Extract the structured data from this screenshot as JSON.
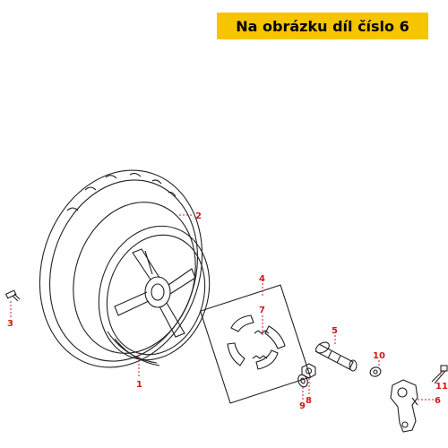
{
  "banner": {
    "text": "Na obrázku díl číslo 6",
    "color": "#f7c400"
  },
  "callouts": {
    "c1": "1",
    "c2": "2",
    "c3": "3",
    "c4": "4",
    "c5": "5",
    "c6": "6",
    "c7": "7",
    "c8": "8",
    "c9": "9",
    "c10": "10",
    "c11": "11"
  },
  "callout_color": "#d01818"
}
